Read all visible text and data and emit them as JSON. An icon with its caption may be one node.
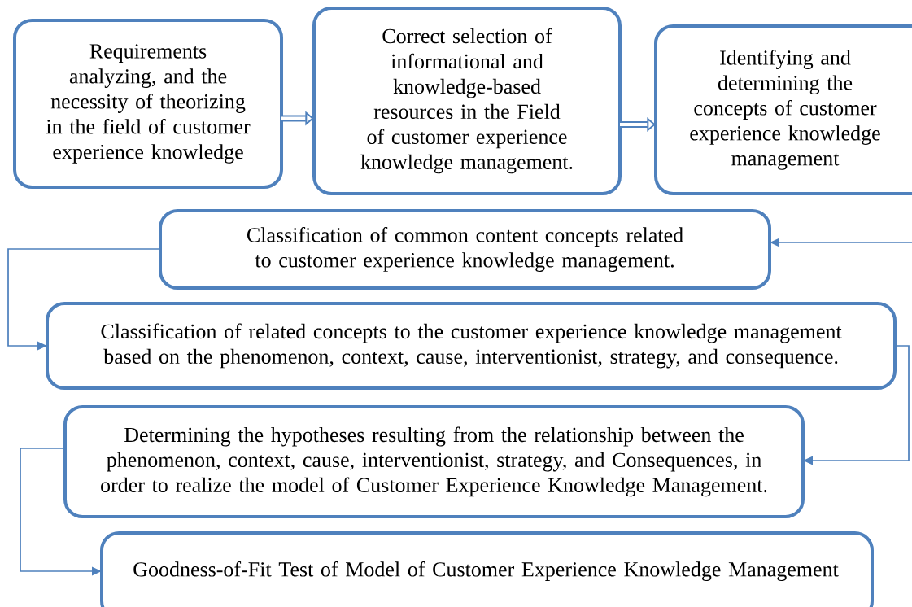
{
  "diagram": {
    "nodes": [
      {
        "text": [
          "Requirements analyzing, and the necessity of theorizing in the field of customer experience knowledge"
        ]
      },
      {
        "text": [
          "Correct selection of informational and knowledge-based resources in the Field of customer experience knowledge management."
        ]
      },
      {
        "text": [
          "Identifying and determining the concepts of customer experience knowledge management"
        ]
      },
      {
        "text": [
          "Classification of common content concepts related to customer experience knowledge management."
        ]
      },
      {
        "text": [
          "Classification of related concepts to the customer experience knowledge management based on the phenomenon, context, cause, interventionist, strategy, and consequence."
        ]
      },
      {
        "text": [
          "Determining the hypotheses resulting from the relationship between the phenomenon, context, cause, interventionist, strategy, and Consequences, in order to realize the model of Customer Experience Knowledge Management."
        ]
      },
      {
        "text": [
          "Goodness-of-Fit Test of Model of Customer Experience Knowledge Management"
        ]
      }
    ],
    "edges": [
      {
        "from": 0,
        "to": 1,
        "arrow": "to",
        "style": "thick"
      },
      {
        "from": 1,
        "to": 2,
        "arrow": "to",
        "style": "thick"
      },
      {
        "from": null,
        "to": 3,
        "arrow": "to"
      },
      {
        "from": 3,
        "to": 4,
        "arrow": "to"
      },
      {
        "from": 4,
        "to": 5,
        "arrow": "to"
      },
      {
        "from": 5,
        "to": 6,
        "arrow": "to"
      }
    ]
  }
}
